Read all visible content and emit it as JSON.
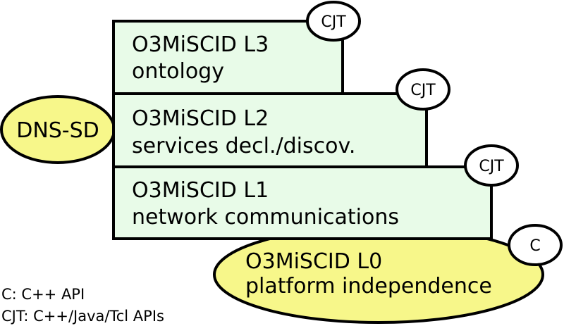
{
  "colors": {
    "layer_fill": "#e8fbe8",
    "platform_fill": "#f7f78a",
    "badge_fill": "#ffffff",
    "stroke": "#000000"
  },
  "layers": [
    {
      "id": "l3",
      "title": "O3MiSCID L3",
      "subtitle": "ontology",
      "badge": "CJT"
    },
    {
      "id": "l2",
      "title": "O3MiSCID L2",
      "subtitle": "services decl./discov.",
      "badge": "CJT"
    },
    {
      "id": "l1",
      "title": "O3MiSCID L1",
      "subtitle": "network communications",
      "badge": "CJT"
    }
  ],
  "platform": {
    "title": "O3MiSCID L0",
    "subtitle": "platform independence",
    "badge": "C"
  },
  "external": {
    "label": "DNS-SD"
  },
  "legend": [
    "C: C++ API",
    "CJT: C++/Java/Tcl APIs"
  ]
}
